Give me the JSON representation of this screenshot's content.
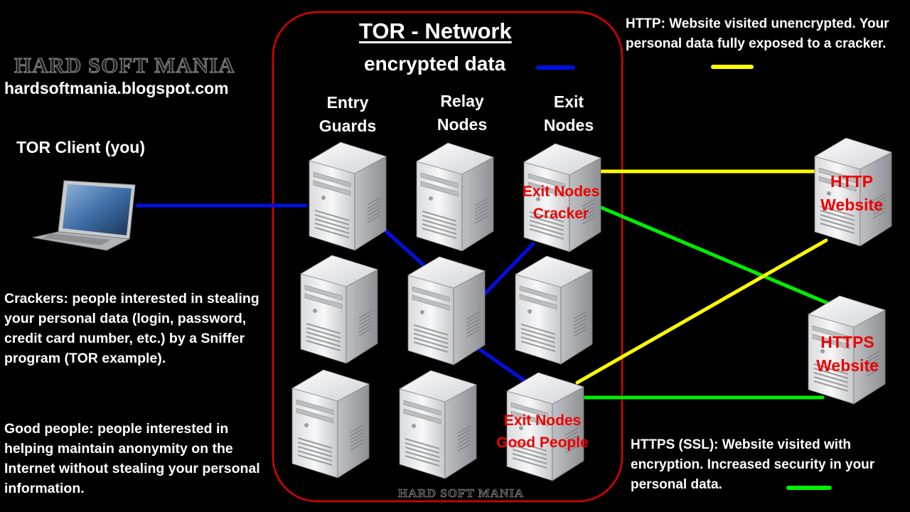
{
  "brand": {
    "name": "HARD SOFT MANIA",
    "url": "hardsoftmania.blogspot.com"
  },
  "client": {
    "label": "TOR Client (you)"
  },
  "network": {
    "title": "TOR - Network",
    "legend_label": "encrypted data",
    "columns": [
      {
        "line1": "Entry",
        "line2": "Guards"
      },
      {
        "line1": "Relay",
        "line2": "Nodes"
      },
      {
        "line1": "Exit",
        "line2": "Nodes"
      }
    ],
    "cracker_label": {
      "line1": "Exit Nodes",
      "line2": "Cracker"
    },
    "good_label": {
      "line1": "Exit Nodes",
      "line2": "Good People"
    }
  },
  "websites": {
    "http": {
      "line1": "HTTP",
      "line2": "Website"
    },
    "https": {
      "line1": "HTTPS",
      "line2": "Website"
    }
  },
  "notes": {
    "crackers": "Crackers: people interested in stealing your personal data (login, password, credit card number, etc.) by a Sniffer program (TOR example).",
    "good_people": "Good people: people interested in helping maintain anonymity on the Internet without stealing your personal information.",
    "http": "HTTP: Website visited unencrypted. Your personal data fully exposed to a cracker.",
    "https": "HTTPS (SSL): Website visited with encryption. Increased security in your personal data."
  },
  "colors": {
    "encrypted": "#0010e0",
    "http": "#ffff00",
    "https": "#00ee00",
    "network_border": "#e00000",
    "node_label": "#e00000"
  },
  "icons": {
    "client": "laptop-icon",
    "node": "server-tower-icon"
  }
}
